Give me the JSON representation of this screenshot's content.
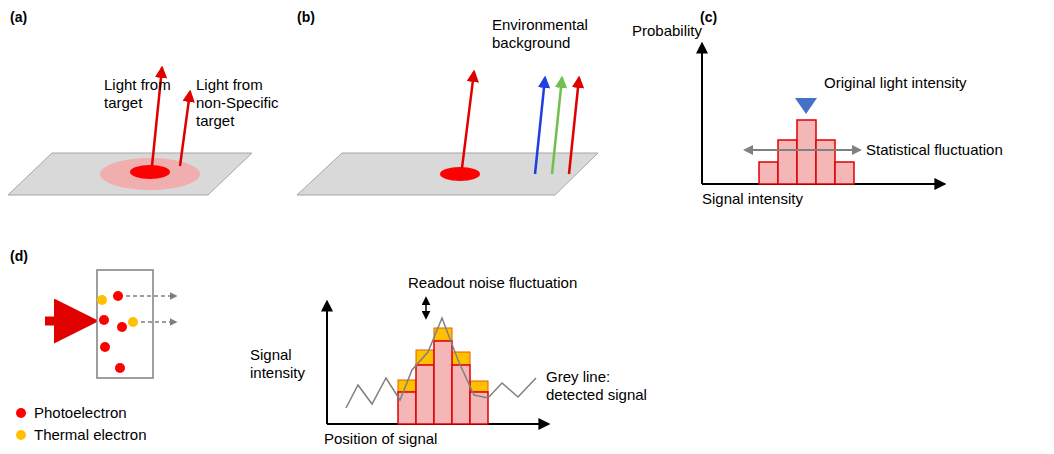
{
  "diagram": {
    "labels": [
      "(a)",
      "(b)",
      "(c)",
      "Light from target",
      "Light from non-Specific target",
      "Environmental background",
      "Probability",
      "Original light intensity",
      "Statistical fluctuation",
      "Signal intensity",
      "(d)",
      "Readout noise fluctuation",
      "Signal intensity",
      "Grey line: detected signal",
      "Position of signal"
    ],
    "legend": [
      {
        "text": "Photoelectron",
        "color": "#ff0000"
      },
      {
        "text": "Thermal electron",
        "color": "#ffc000"
      }
    ]
  }
}
